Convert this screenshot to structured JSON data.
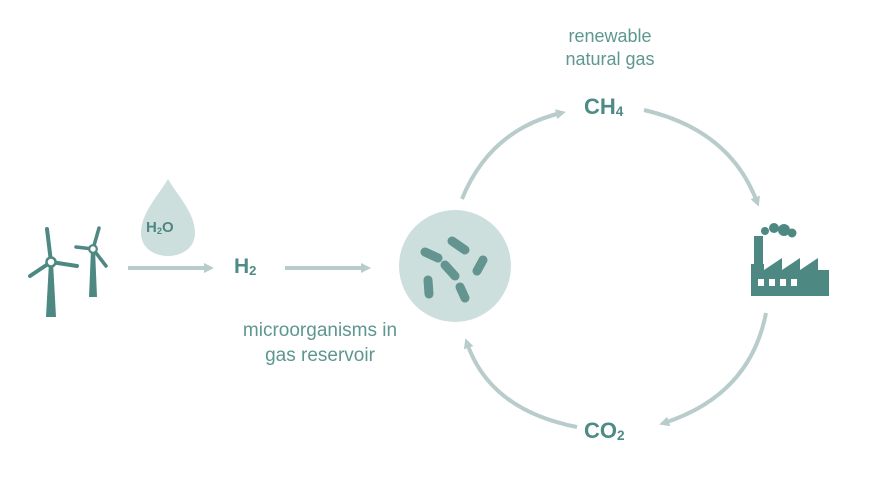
{
  "colors": {
    "arrow": "#b7cccb",
    "icon_dark": "#4e8883",
    "drop_fill": "#cddfdd",
    "circle_fill": "#cddfdd",
    "label": "#5e9690"
  },
  "water": {
    "base": "H",
    "sub": "2",
    "tail": "O"
  },
  "hydrogen": {
    "base": "H",
    "sub": "2"
  },
  "methane": {
    "base": "CH",
    "sub": "4"
  },
  "carbon_dioxide": {
    "base": "CO",
    "sub": "2"
  },
  "renewable_label": {
    "line1": "renewable",
    "line2": "natural gas"
  },
  "microbe_label": {
    "line1": "microorganisms in",
    "line2": "gas reservoir"
  },
  "icons": {
    "wind": "wind-turbines-icon",
    "drop": "water-drop-icon",
    "microbes": "microorganisms-icon",
    "factory": "factory-icon"
  }
}
